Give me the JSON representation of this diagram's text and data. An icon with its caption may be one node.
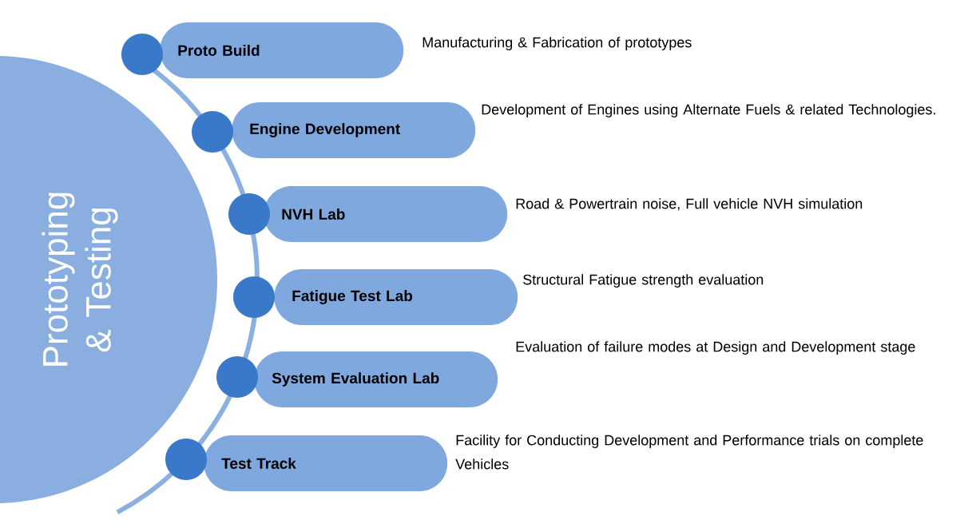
{
  "diagram": {
    "nodes": [
      {
        "text": [
          "Prototyping & Testing"
        ]
      },
      {
        "text": [
          "Proto Build"
        ],
        "beside": [
          "Manufacturing & Fabrication of prototypes"
        ]
      },
      {
        "text": [
          "Engine Development"
        ],
        "beside": [
          "Development of Engines using Alternate Fuels & related Technologies."
        ]
      },
      {
        "text": [
          "NVH Lab"
        ],
        "beside": [
          "Road & Powertrain noise, Full vehicle NVH simulation"
        ]
      },
      {
        "text": [
          "Fatigue Test Lab"
        ],
        "beside": [
          "Structural Fatigue strength evaluation"
        ]
      },
      {
        "text": [
          "System Evaluation Lab"
        ],
        "beside": [
          "Evaluation of failure modes at Design and Development stage"
        ]
      },
      {
        "text": [
          "Test Track"
        ],
        "beside": [
          "Facility for Conducting Development and Performance trials on complete Vehicles"
        ]
      }
    ]
  }
}
